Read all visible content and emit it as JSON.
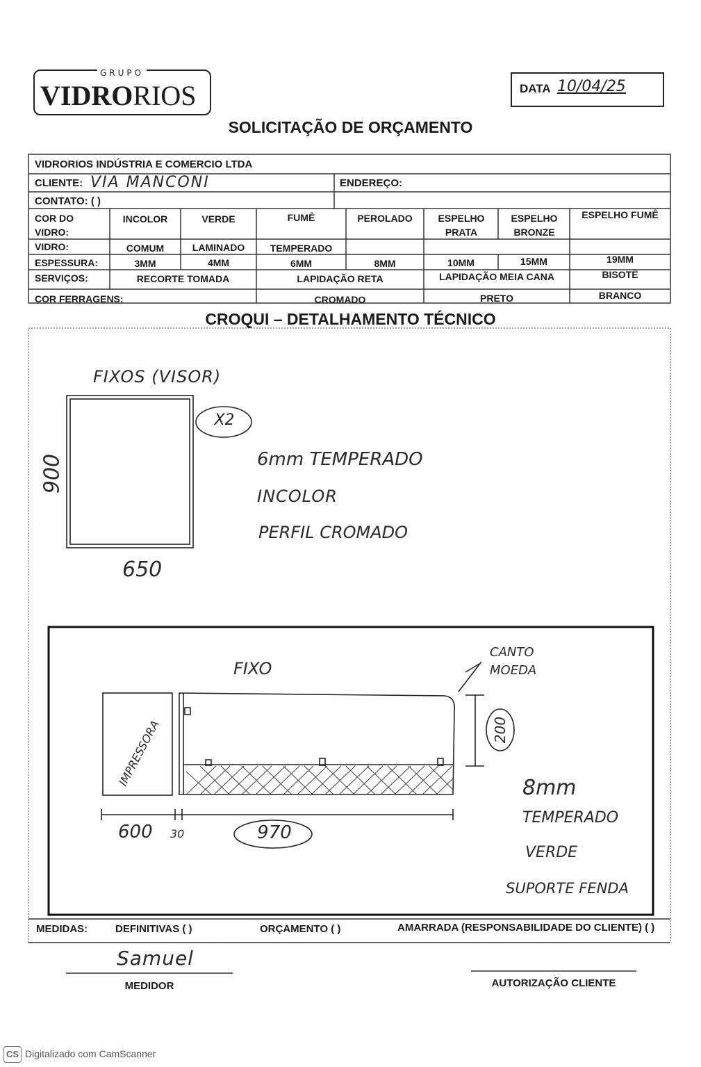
{
  "header": {
    "logo_grupo": "GRUPO",
    "logo_brand_bold": "VIDRO",
    "logo_brand_light": "RIOS",
    "date_label": "DATA",
    "date_value": "10/04/25",
    "title": "SOLICITAÇÃO DE ORÇAMENTO"
  },
  "form": {
    "company": "VIDRORIOS INDÚSTRIA E COMERCIO LTDA",
    "client_label": "CLIENTE:",
    "client_value": "VIA MANCONI",
    "address_label": "ENDEREÇO:",
    "contact_label": "CONTATO: (   )",
    "glass_color_label": "COR DO VIDRO:",
    "glass_colors": [
      "INCOLOR",
      "VERDE",
      "FUMÊ",
      "PEROLADO",
      "ESPELHO PRATA",
      "ESPELHO BRONZE",
      "ESPELHO FUMÊ"
    ],
    "glass_label": "VIDRO:",
    "glass_types": [
      "COMUM",
      "LAMINADO",
      "TEMPERADO"
    ],
    "thickness_label": "ESPESSURA:",
    "thickness": [
      "3MM",
      "4MM",
      "6MM",
      "8MM",
      "10MM",
      "15MM",
      "19MM"
    ],
    "services_label": "SERVIÇOS:",
    "services": [
      "RECORTE TOMADA",
      "LAPIDAÇÃO RETA",
      "LAPIDAÇÃO MEIA CANA",
      "BISOTÊ"
    ],
    "hardware_label": "COR FERRAGENS:",
    "hardware": [
      "CROMADO",
      "PRETO",
      "BRANCO"
    ]
  },
  "sketch": {
    "title": "CROQUI – DETALHAMENTO TÉCNICO",
    "part1": {
      "label": "FIXOS (VISOR)",
      "height": "900",
      "width": "650",
      "qty": "X2",
      "notes": [
        "6mm TEMPERADO",
        "INCOLOR",
        "PERFIL CROMADO"
      ]
    },
    "part2": {
      "label": "FIXO",
      "corner_note": "CANTO MOEDA",
      "side_label": "IMPRESSORA",
      "height": "200",
      "dims": [
        "600",
        "30",
        "970"
      ],
      "notes": [
        "8mm",
        "TEMPERADO",
        "VERDE",
        "SUPORTE FENDA"
      ]
    }
  },
  "footer": {
    "measures_label": "MEDIDAS:",
    "definitive": "DEFINITIVAS (   )",
    "budget": "ORÇAMENTO (   )",
    "tied": "AMARRADA (RESPONSABILIDADE DO CLIENTE) (   )",
    "signature": "Samuel",
    "measurer_label": "MEDIDOR",
    "client_auth_label": "AUTORIZAÇÃO CLIENTE",
    "scanner": "Digitalizado com CamScanner",
    "scanner_badge": "CS"
  }
}
